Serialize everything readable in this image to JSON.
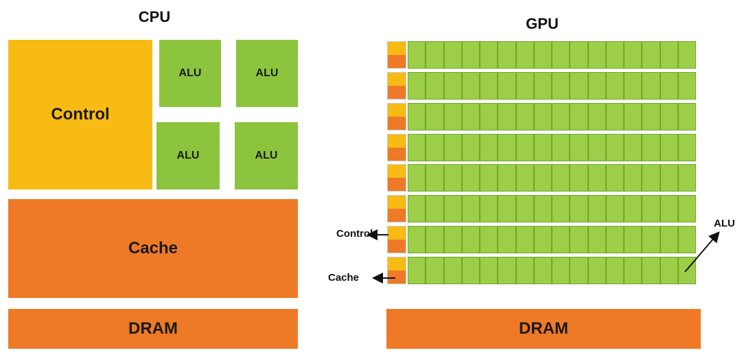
{
  "cpu": {
    "title": "CPU",
    "control_label": "Control",
    "alu_labels": [
      "ALU",
      "ALU",
      "ALU",
      "ALU"
    ],
    "cache_label": "Cache",
    "dram_label": "DRAM"
  },
  "gpu": {
    "title": "GPU",
    "rows": 8,
    "cells_per_row": 16,
    "control_annotation": "Control",
    "cache_annotation": "Cache",
    "alu_annotation": "ALU",
    "dram_label": "DRAM"
  },
  "colors": {
    "control": "#f8bb14",
    "alu": "#8cc43e",
    "cache": "#ee7a27",
    "dram": "#ee7a27"
  }
}
